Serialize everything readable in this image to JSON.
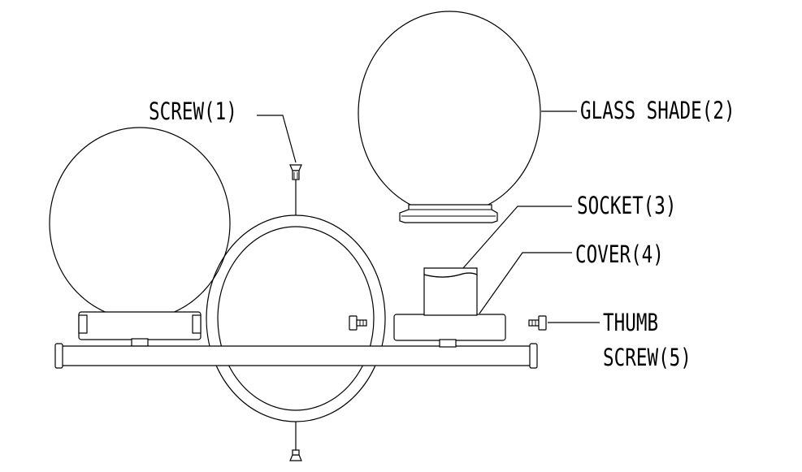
{
  "labels": {
    "screw": "SCREW(1)",
    "glass_shade": "GLASS SHADE(2)",
    "socket": "SOCKET(3)",
    "cover": "COVER(4)",
    "thumb_screw_line1": "THUMB",
    "thumb_screw_line2": "SCREW(5)"
  },
  "colors": {
    "line": "#000000",
    "background": "#ffffff"
  }
}
